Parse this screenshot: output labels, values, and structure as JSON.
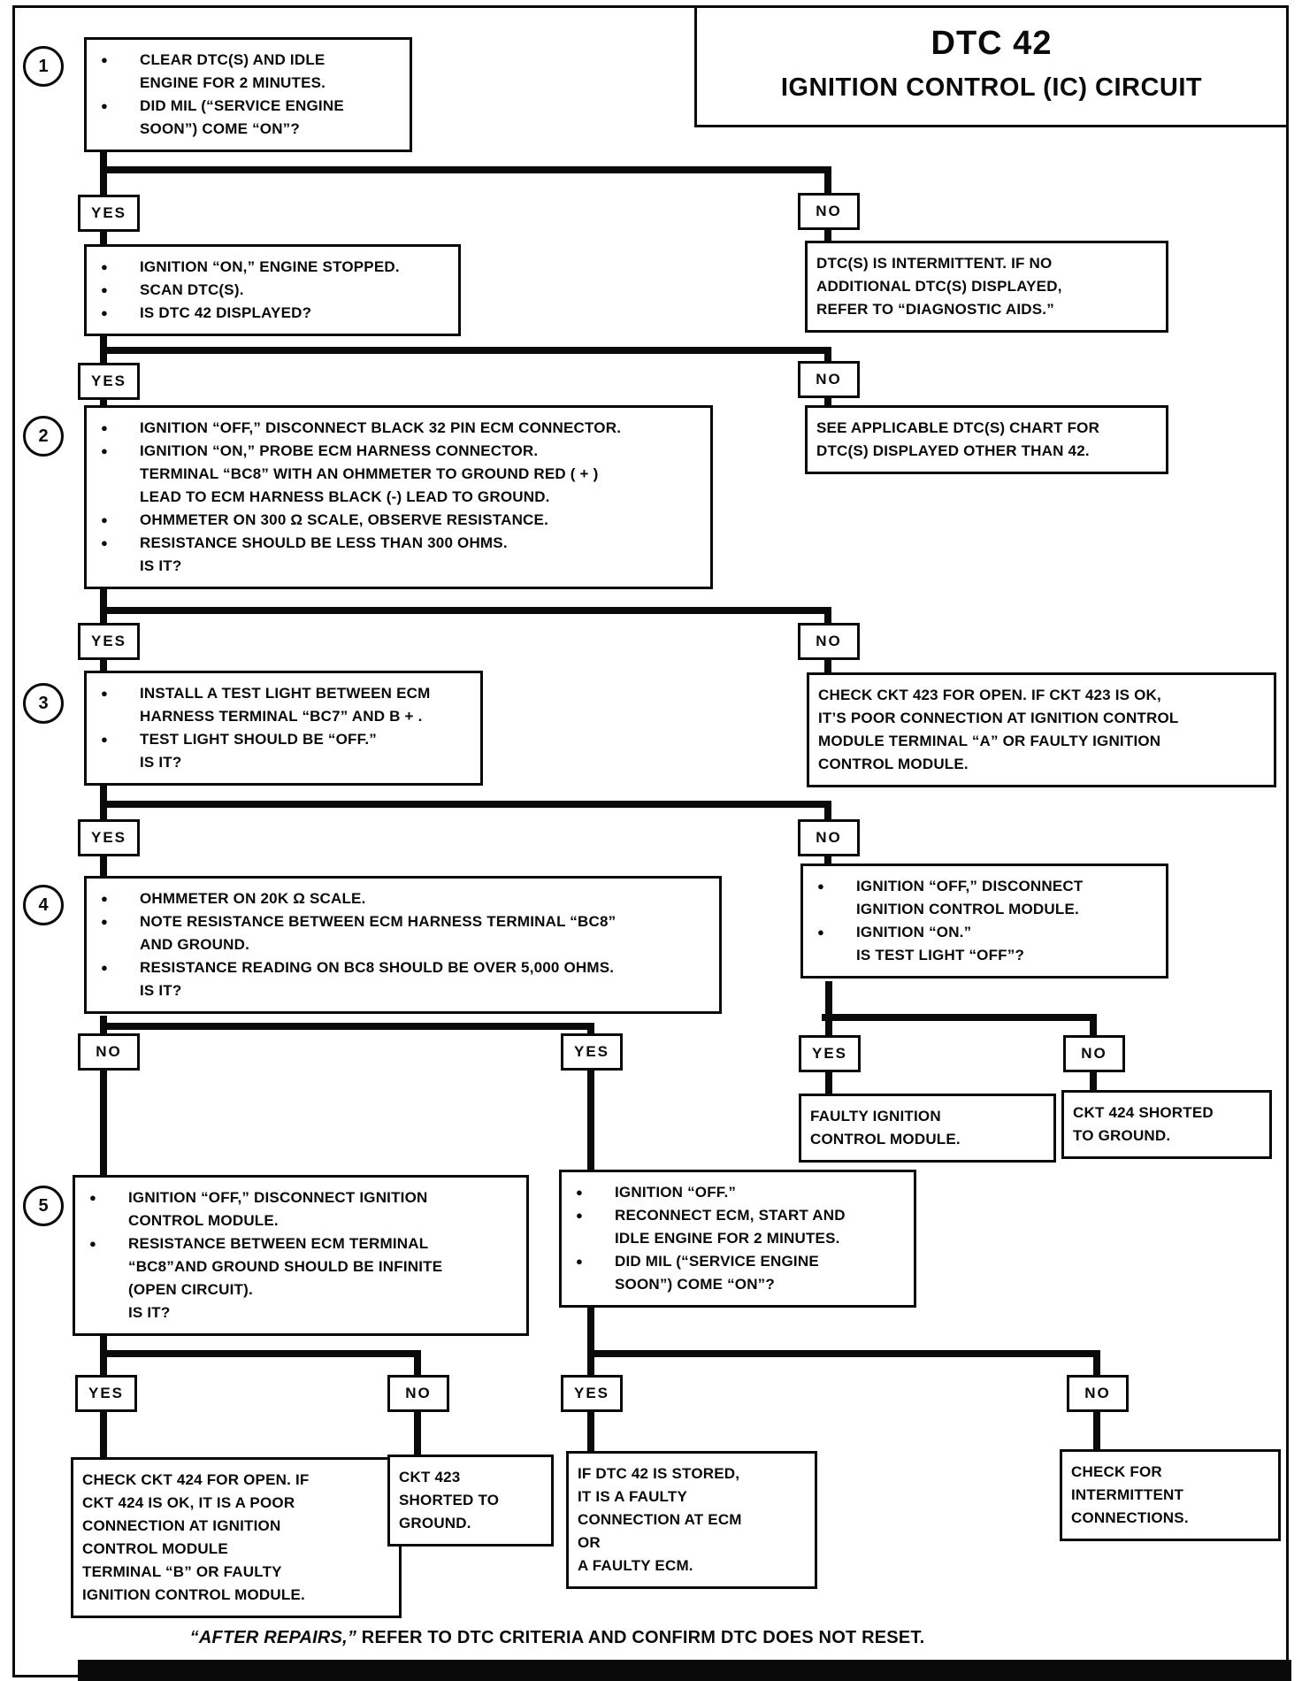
{
  "glyphs": {
    "bullet": "●"
  },
  "title": {
    "line1": "DTC 42",
    "line2": "IGNITION CONTROL (IC) CIRCUIT"
  },
  "branch": {
    "yes": "YES",
    "no": "NO"
  },
  "footer": {
    "italic": "“AFTER REPAIRS,”",
    "rest": " REFER TO DTC CRITERIA AND CONFIRM DTC DOES NOT RESET."
  },
  "boxes": {
    "step1": {
      "num": "1",
      "items": [
        {
          "b": 1,
          "t": "CLEAR DTC(S) AND IDLE\nENGINE FOR 2 MINUTES."
        },
        {
          "b": 1,
          "t": "DID MIL (“SERVICE ENGINE\nSOON”) COME “ON”?"
        }
      ]
    },
    "step1_yes": {
      "items": [
        {
          "b": 1,
          "t": "IGNITION “ON,” ENGINE STOPPED."
        },
        {
          "b": 1,
          "t": "SCAN DTC(S)."
        },
        {
          "b": 1,
          "t": "IS DTC 42 DISPLAYED?"
        }
      ]
    },
    "step1_no": {
      "items": [
        {
          "b": 0,
          "t": "DTC(S) IS INTERMITTENT. IF NO\nADDITIONAL DTC(S) DISPLAYED,\nREFER TO “DIAGNOSTIC AIDS.”"
        }
      ]
    },
    "step2": {
      "num": "2",
      "items": [
        {
          "b": 1,
          "t": "IGNITION “OFF,” DISCONNECT BLACK 32 PIN ECM CONNECTOR."
        },
        {
          "b": 1,
          "t": "IGNITION “ON,” PROBE ECM HARNESS CONNECTOR.\nTERMINAL “BC8” WITH AN OHMMETER TO GROUND RED ( + )\nLEAD TO ECM HARNESS BLACK (-) LEAD TO GROUND."
        },
        {
          "b": 1,
          "t": "OHMMETER ON 300 Ω SCALE, OBSERVE RESISTANCE."
        },
        {
          "b": 1,
          "t": "RESISTANCE SHOULD BE LESS THAN 300 OHMS.\nIS IT?"
        }
      ]
    },
    "step2_no": {
      "items": [
        {
          "b": 0,
          "t": "SEE APPLICABLE DTC(S) CHART FOR\nDTC(S) DISPLAYED OTHER THAN 42."
        }
      ]
    },
    "step3": {
      "num": "3",
      "items": [
        {
          "b": 1,
          "t": "INSTALL A TEST LIGHT BETWEEN ECM\nHARNESS TERMINAL “BC7” AND B + ."
        },
        {
          "b": 1,
          "t": "TEST LIGHT SHOULD BE “OFF.”\nIS IT?"
        }
      ]
    },
    "step3_no": {
      "items": [
        {
          "b": 0,
          "t": "CHECK CKT 423 FOR OPEN.  IF CKT 423 IS OK,\nIT’S POOR CONNECTION AT IGNITION CONTROL\nMODULE TERMINAL “A” OR FAULTY IGNITION\nCONTROL MODULE."
        }
      ]
    },
    "step4": {
      "num": "4",
      "items": [
        {
          "b": 1,
          "t": "OHMMETER ON 20K  Ω SCALE."
        },
        {
          "b": 1,
          "t": "NOTE RESISTANCE BETWEEN ECM HARNESS TERMINAL “BC8”\nAND GROUND."
        },
        {
          "b": 1,
          "t": "RESISTANCE READING ON BC8 SHOULD BE OVER 5,000 OHMS.\nIS IT?"
        }
      ]
    },
    "icm_test": {
      "items": [
        {
          "b": 1,
          "t": "IGNITION “OFF,” DISCONNECT\nIGNITION CONTROL MODULE."
        },
        {
          "b": 1,
          "t": "IGNITION “ON.”\nIS TEST LIGHT “OFF”?"
        }
      ]
    },
    "icm_yes": {
      "items": [
        {
          "b": 0,
          "t": "FAULTY IGNITION\nCONTROL MODULE."
        }
      ]
    },
    "icm_no": {
      "items": [
        {
          "b": 0,
          "t": "CKT 424 SHORTED\nTO GROUND."
        }
      ]
    },
    "step5": {
      "num": "5",
      "items": [
        {
          "b": 1,
          "t": "IGNITION “OFF,” DISCONNECT IGNITION\nCONTROL MODULE."
        },
        {
          "b": 1,
          "t": "RESISTANCE BETWEEN ECM TERMINAL\n“BC8”AND GROUND SHOULD BE INFINITE\n(OPEN CIRCUIT).\nIS IT?"
        }
      ]
    },
    "reconnect": {
      "items": [
        {
          "b": 1,
          "t": "IGNITION “OFF.”"
        },
        {
          "b": 1,
          "t": "RECONNECT ECM, START AND\nIDLE ENGINE FOR 2 MINUTES."
        },
        {
          "b": 1,
          "t": "DID MIL (“SERVICE ENGINE\nSOON”) COME “ON”?"
        }
      ]
    },
    "step5_yes": {
      "items": [
        {
          "b": 0,
          "t": "CHECK CKT 424 FOR OPEN.  IF\nCKT 424 IS OK, IT IS A POOR\nCONNECTION AT IGNITION\nCONTROL MODULE\nTERMINAL “B” OR FAULTY\nIGNITION CONTROL MODULE."
        }
      ]
    },
    "step5_no": {
      "items": [
        {
          "b": 0,
          "t": "CKT 423\nSHORTED TO\nGROUND."
        }
      ]
    },
    "reconnect_yes": {
      "items": [
        {
          "b": 0,
          "t": "IF DTC 42 IS STORED,\nIT IS A FAULTY\nCONNECTION AT ECM\nOR\nA FAULTY ECM."
        }
      ]
    },
    "reconnect_no": {
      "items": [
        {
          "b": 0,
          "t": "CHECK FOR\nINTERMITTENT\nCONNECTIONS."
        }
      ]
    }
  }
}
